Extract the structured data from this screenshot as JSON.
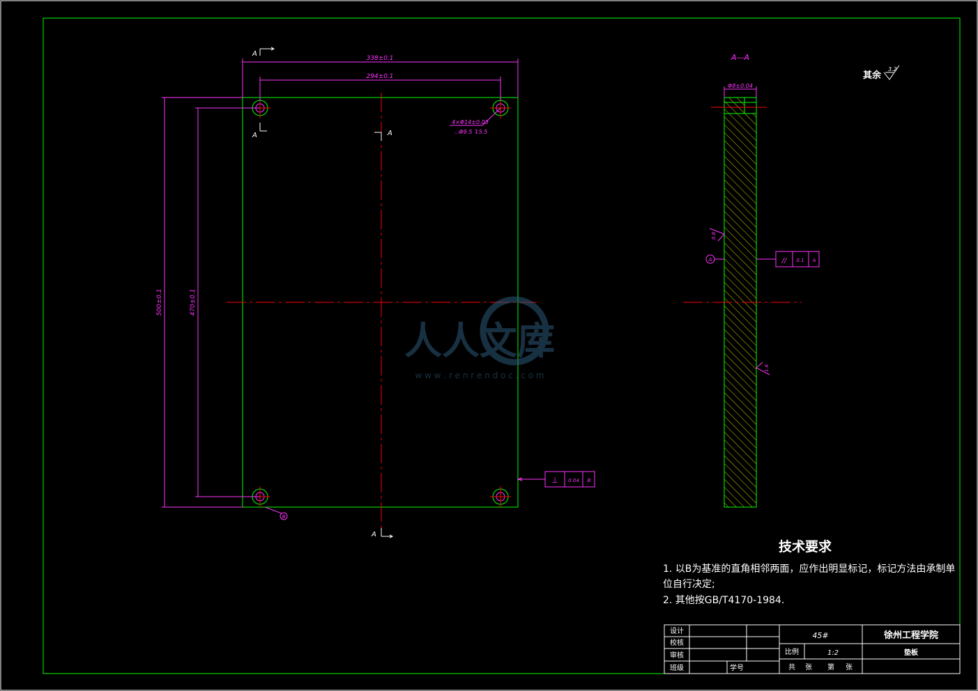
{
  "front_view": {
    "section_label_top": "A",
    "section_label_mid": "A",
    "section_label_bottom": "A",
    "section_label_left": "A",
    "dim_width_overall": "338±0.1",
    "dim_width_holes": "294±0.1",
    "dim_height_overall": "500±0.1",
    "dim_height_holes": "470±0.1",
    "hole_callout_line1": "4×Φ14±0.03",
    "hole_callout_line2": "⌴Φ9.5 ↧5.5",
    "datum_b": "B",
    "fcf_perp": {
      "symbol": "⊥",
      "tolerance": "0.04",
      "datum": "B"
    }
  },
  "section_view": {
    "title": "A—A",
    "dim_counterbore": "Φ8±0.04",
    "datum_a": "A",
    "roughness_left": "0.8",
    "roughness_right": "1.6",
    "fcf_parallel": {
      "symbol": "//",
      "tolerance": "0.1",
      "datum": "A"
    }
  },
  "other_surface": {
    "label": "其余",
    "value": "3.2"
  },
  "tech_req": {
    "title": "技术要求",
    "line1": "1. 以B为基准的直角相邻两面，应作出明显标记，标记方法由承制单",
    "line2": "位自行决定;",
    "line3": "2. 其他按GB/T4170-1984."
  },
  "title_block": {
    "design": "设计",
    "check": "校核",
    "review": "审核",
    "class": "班级",
    "student_no": "学号",
    "material": "45#",
    "school": "徐州工程学院",
    "scale_label": "比例",
    "scale_value": "1:2",
    "part_name": "垫板",
    "total_label": "共",
    "sheets_label": "张",
    "nth_label": "第",
    "sheet_label2": "张"
  },
  "watermark": {
    "text": "人人文库",
    "url": "w w w . r e n r e n d o c . c o m"
  },
  "colors": {
    "border": "#00ff00",
    "dimension": "#ff33ff",
    "centerline": "#ff0000",
    "text": "#ffffff",
    "hatch": "#ffff00",
    "background": "#000000"
  }
}
